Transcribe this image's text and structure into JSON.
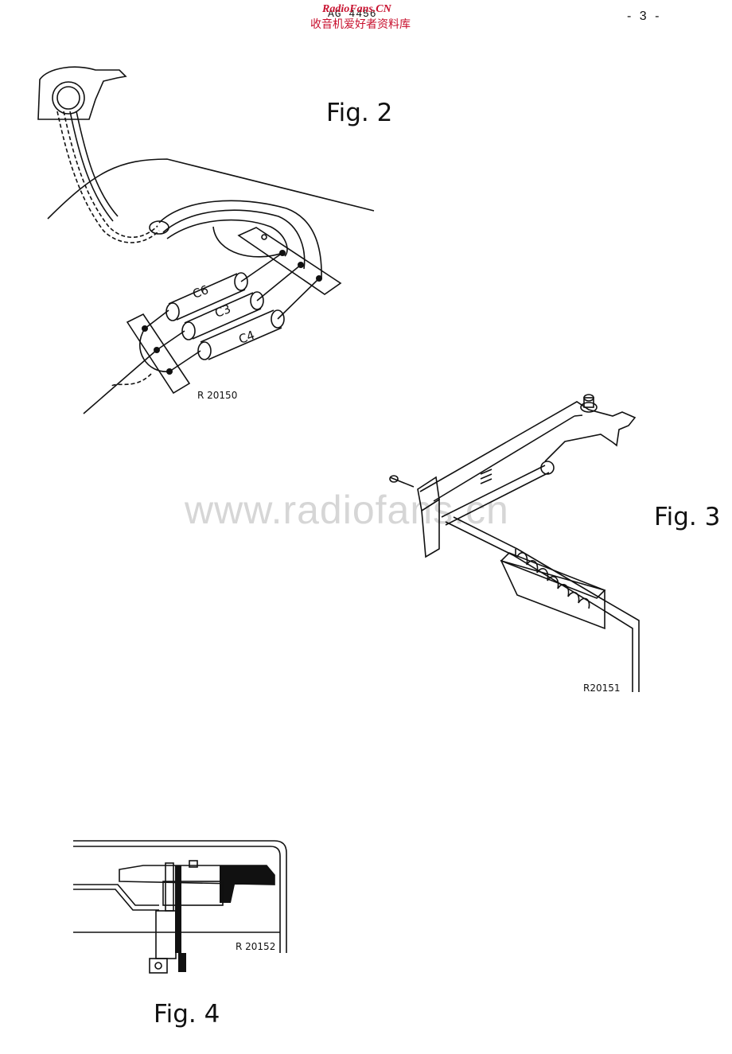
{
  "header": {
    "doc_id": "AG 4456",
    "brand": "RadioFans.CN",
    "brand_cn": "收音机爱好者资料库",
    "page_number": "- 3 -"
  },
  "figures": {
    "fig2": {
      "caption": "Fig. 2",
      "ref": "R 20150",
      "labels": {
        "c6": "C6",
        "c3": "C3",
        "c4": "C4"
      }
    },
    "fig3": {
      "caption": "Fig. 3",
      "ref": "R20151"
    },
    "fig4": {
      "caption": "Fig. 4",
      "ref": "R 20152"
    }
  },
  "watermark": "www.radiofans.cn",
  "colors": {
    "brand": "#c8102e",
    "watermark": "#d6d6d6",
    "ink": "#111111"
  }
}
